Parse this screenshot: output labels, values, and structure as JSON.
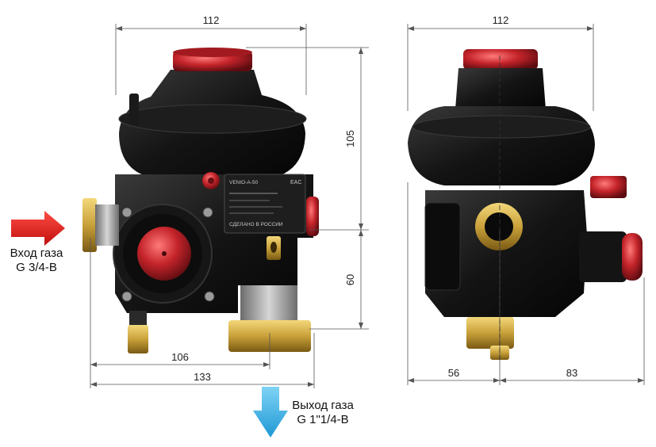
{
  "dimensions": {
    "front_top_width": "112",
    "side_top_width": "112",
    "height_upper": "105",
    "height_lower": "60",
    "front_bottom_inner": "106",
    "front_bottom_total": "133",
    "side_bottom_left": "56",
    "side_bottom_right": "83"
  },
  "labels": {
    "inlet_line1": "Вход газа",
    "inlet_line2": "G 3/4-B",
    "outlet_line1": "Выход газа",
    "outlet_line2": "G 1\"1/4-B"
  },
  "nameplate": {
    "model": "VENIO-A-50",
    "mark": "EAC",
    "made_in": "СДЕЛАНО В РОССИИ"
  },
  "colors": {
    "inlet_arrow": "#e8201c",
    "outlet_arrow": "#3bb2e6",
    "body": "#111111",
    "cap_red": "#c4242a",
    "brass": "#c9a13a"
  }
}
